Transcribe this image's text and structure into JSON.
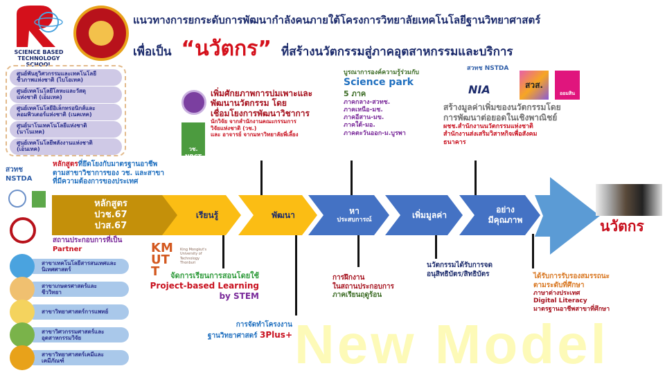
{
  "header": {
    "title_line1": "แนวทางการยกระดับการพัฒนากำลังคนภายใต้โครงการวิทยาลัยเทคโนโลยีฐานวิทยาศาสตร์",
    "title_line2_prefix": "เพื่อเป็น",
    "title_line2_highlight": "“นวัตกร”",
    "title_line2_suffix": "ที่สร้างนวัตกรรมสู่ภาคอุตสาหกรรมและบริการ",
    "logo_text": "SCIENCE BASED TECHNOLOGY SCHOOL"
  },
  "centers": [
    "ศูนย์พันธุวิศวกรรมและเทคโนโลยีชีวภาพแห่งชาติ (ไบโอเทค)",
    "ศูนย์เทคโนโลยีโลหะและวัสดุแห่งชาติ (เอ็มเทค)",
    "ศูนย์เทคโนโลยีอิเล็กทรอนิกส์และคอมพิวเตอร์แห่งชาติ (เนคเทค)",
    "ศูนย์นาโนเทคโนโลยีแห่งชาติ (นาโนเทค)",
    "ศูนย์เทคโนโลยีพลังงานแห่งชาติ (เอ็นเทค)"
  ],
  "centers_lines": [
    [
      "ศูนย์พันธุวิศวกรรมและเทคโนโลยี",
      "ชีวภาพแห่งชาติ (ไบโอเทค)"
    ],
    [
      "ศูนย์เทคโนโลยีโลหะและวัสดุ",
      "แห่งชาติ (เอ็มเทค)"
    ],
    [
      "ศูนย์เทคโนโลยีอิเล็กทรอนิกส์และ",
      "คอมพิวเตอร์แห่งชาติ (เนคเทค)"
    ],
    [
      "ศูนย์นาโนเทคโนโลยีแห่งชาติ",
      "(นาโนเทค)"
    ],
    [
      "ศูนย์เทคโนโลยีพลังงานแห่งชาติ",
      "(เอ็นเทค)"
    ]
  ],
  "nstda_logo": "สวทช NSTDA",
  "curriculum_note": {
    "highlight": "หลักสูตร",
    "line1": "ที่ยึดโยงกับมาตรฐานอาชีพ",
    "line2": "ตามสาขาวิชาการของ วช. และสาขา",
    "line3": "ที่มีความต้องการของประเทศ"
  },
  "incubation": {
    "line1": "เพิ่มศักยภาพการบ่มเพาะและ",
    "line2": "พัฒนานวัตกรรม โดย",
    "line3": "เชื่อมโยงการพัฒนาวิชาการ",
    "sub1": "นักวิจัย จากสำนักงานคณะกรรมการ",
    "sub2": "วิจัยแห่งชาติ (วช.)",
    "sub3": "และ อาจารย์ จากมหาวิทยาลัยพี่เลี้ยง",
    "nrct_logo": "วช. NRCT"
  },
  "science_park": {
    "intro": "บูรณาการองค์ความรู้ร่วมกับ",
    "name": "Science park",
    "regions_count": "5 ภาค",
    "regions": [
      "ภาคกลาง-สวทช.",
      "ภาคเหนือ-มช.",
      "ภาคอีสาน-มข.",
      "ภาคใต้-มอ.",
      "ภาคตะวันออก-ม.บูรพา"
    ]
  },
  "commercial": {
    "line1": "สร้างมูลค่าเพิ่มของนวัตกรรมโดย",
    "line2": "การพัฒนาต่อยอดในเชิงพาณิชย์",
    "sub1": "ผชช.สำนักงานนวัตกรรมแห่งชาติ",
    "sub2": "สำนักงานส่งเสริมวิสาหกิจเพื่อสังคม",
    "sub3": "ธนาคาร",
    "logos": [
      "สวทช NSTDA",
      "NIA",
      "สวส.",
      "ออมสิน"
    ]
  },
  "process": [
    {
      "label": [
        "หลักสูตร",
        "ปวช.67",
        "ปวส.67"
      ],
      "color": "#c4900a"
    },
    {
      "label": [
        "เรียนรู้"
      ],
      "color": "#fbbd14"
    },
    {
      "label": [
        "พัฒนา"
      ],
      "color": "#fbbd14"
    },
    {
      "label": [
        "หา",
        "ประสบการณ์"
      ],
      "color": "#4472c4"
    },
    {
      "label": [
        "เพิ่มมูลค่า"
      ],
      "color": "#4472c4"
    },
    {
      "label": [
        "อย่าง",
        "มีคุณภาพ"
      ],
      "color": "#4472c4"
    }
  ],
  "goal": {
    "label": "นวัตกร",
    "arrow_color": "#5b9bd5"
  },
  "partner": {
    "line1": "สถานประกอบการที่เป็น",
    "line2": "Partner"
  },
  "branches": [
    [
      "สาขาเทคโนโลยีสารสนเทศและ",
      "นิเทศศาสตร์"
    ],
    [
      "สาขาเกษตรศาสตร์และ",
      "ชีววิทยา"
    ],
    [
      "สาขาวิทยาศาสตร์การแพทย์"
    ],
    [
      "สาขาวิศวกรรมศาสตร์และ",
      "อุตสาหกรรมวิจัย"
    ],
    [
      "สาขาวิทยาศาสตร์เคมีและ",
      "เคมีภัณฑ์"
    ]
  ],
  "kmutt": {
    "logo": "KMUTT",
    "name": [
      "King Mongkut's",
      "University of",
      "Technology",
      "Thonburi"
    ]
  },
  "pbl": {
    "line1": "จัดการเรียนการสอนโดยใช้",
    "line2": "Project-based Learning",
    "line3": "by STEM"
  },
  "project": {
    "line1": "การจัดทำโครงงาน",
    "line2": "ฐานวิทยาศาสตร์",
    "highlight": "3Plus+"
  },
  "internship": {
    "line1": "การฝึกงาน",
    "line2": "ในสถานประกอบการ",
    "line3": "ภาคเรียนฤดูร้อน"
  },
  "patent": {
    "line1": "นวัตกรรมได้รับการจด",
    "line2": "อนุสิทธิบัตร/สิทธิบัตร"
  },
  "certification": {
    "line1": "ได้รับการรับรองสมรรถนะ",
    "line2": "ตามระดับที่ศึกษา",
    "line3": "ภาษาต่างประเทศ",
    "line4": "Digital Literacy",
    "line5": "มาตรฐานอาชีพสาขาที่ศึกษา"
  },
  "watermark": "New Model"
}
